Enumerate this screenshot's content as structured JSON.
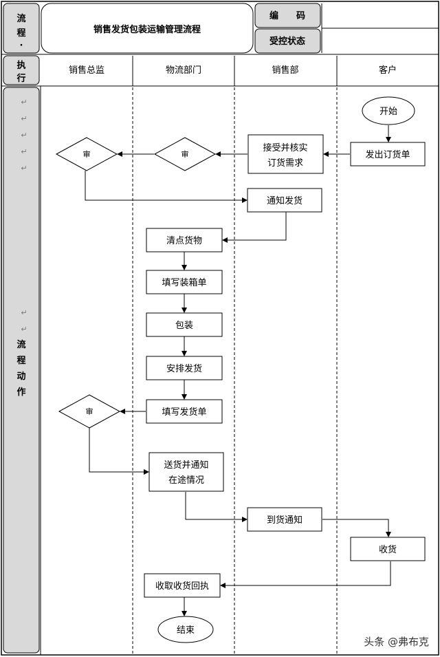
{
  "header": {
    "side_label_lines": [
      "流",
      "程",
      "·"
    ],
    "title": "销售发货包装运输管理流程",
    "code_label": "编　　码",
    "status_label": "受控状态",
    "code_value": "",
    "status_value": ""
  },
  "lanes": {
    "exec_lines": [
      "执",
      "行"
    ],
    "titles": [
      "销售总监",
      "物流部门",
      "销售部",
      "客户"
    ]
  },
  "left_column": {
    "marks_top": [
      "↵",
      "↵",
      "↵",
      "↵",
      "↵"
    ],
    "marks_mid": [
      "↵",
      "↵"
    ],
    "label_lines": [
      "流",
      "程",
      "动",
      "作"
    ]
  },
  "nodes": {
    "start": "开始",
    "order": "发出订货单",
    "accept_lines": [
      "接受并核实",
      "订货需求"
    ],
    "review_logistics": "审",
    "review_director": "审",
    "notify_ship": "通知发货",
    "count_goods": "清点货物",
    "fill_packing": "填写装箱单",
    "pack": "包装",
    "arrange": "安排发货",
    "fill_delivery": "填写发货单",
    "review_delivery": "审",
    "deliver_lines": [
      "送货并通知",
      "在途情况"
    ],
    "arrival": "到货通知",
    "receive": "收货",
    "receipt": "收取收货回执",
    "end": "结束"
  },
  "colors": {
    "grey_panel": "#d9d9d9",
    "line": "#000000"
  },
  "watermark": "头条 @弗布克"
}
